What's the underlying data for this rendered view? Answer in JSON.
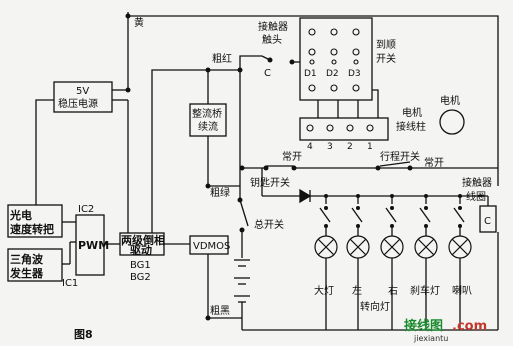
{
  "figure_label": "图8",
  "watermark": {
    "brand_left": "接线图",
    "brand_right": ".com",
    "url": "jiexiantu"
  },
  "labels": {
    "yellow": "黄",
    "contactor_head_1": "接触器",
    "contactor_head_2": "触头",
    "contactor_c": "C",
    "reverse_switch_1": "到顺",
    "reverse_switch_2": "开关",
    "thick_red": "粗红",
    "power_5v_1": "5V",
    "power_5v_2": "稳压电源",
    "rectifier_1": "整流桥",
    "rectifier_2": "续流",
    "motor_terminal_1": "电机",
    "motor_terminal_2": "接线柱",
    "motor": "电机",
    "normally_open_1": "常开",
    "travel_switch": "行程开关",
    "normally_open_2": "常开",
    "thick_green": "粗绿",
    "key_switch": "钥匙开关",
    "contactor_coil_1": "接触器",
    "contactor_coil_2": "线圈",
    "coil_c": "C",
    "photo_handle_1": "光电",
    "photo_handle_2": "速度转把",
    "ic2": "IC2",
    "pwm": "PWM",
    "two_stage_1": "两级倒相",
    "two_stage_2": "驱动",
    "bg1": "BG1",
    "bg2": "BG2",
    "vdmos": "VDMOS",
    "master_switch": "总开关",
    "triangle_1": "三角波",
    "triangle_2": "发生器",
    "ic1": "IC1",
    "thick_black": "粗黑",
    "headlight": "大灯",
    "left": "左",
    "right": "右",
    "turn_signal": "转向灯",
    "brake_light": "刹车灯",
    "horn": "喇叭"
  },
  "terminal_numbers": [
    "4",
    "3",
    "2",
    "1"
  ],
  "switch_pins": [
    "D1",
    "D2",
    "D3"
  ]
}
